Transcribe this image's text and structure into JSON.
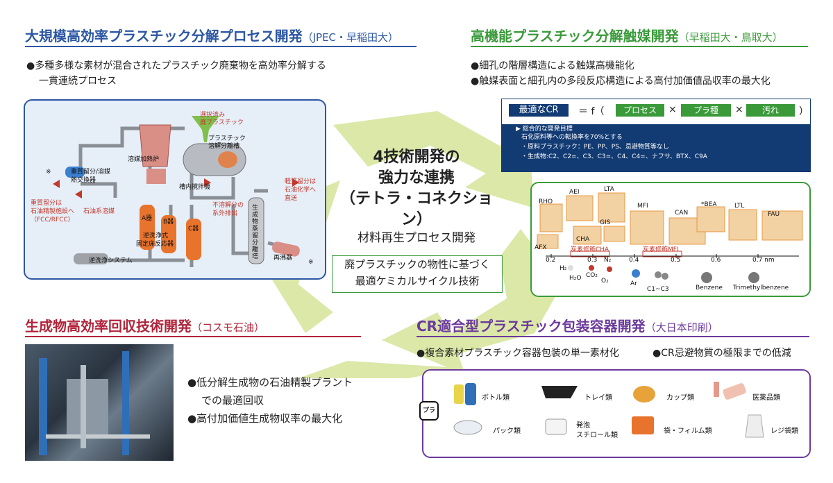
{
  "colors": {
    "blue": "#2c56a3",
    "green": "#3a9a3a",
    "red": "#b0243a",
    "purple": "#6b3a9c",
    "dark": "#123a73",
    "lime": "#dbe8a8"
  },
  "s1": {
    "title": "大規模高効率プラスチック分解プロセス開発",
    "org": "（JPEC・早稲田大）",
    "b1": "●多種多様な素材が混合されたプラスチック廃棄物を高効率分解する",
    "b2": "一貫連続プロセス",
    "labels": {
      "selected": "選択済み",
      "selected2": "廃プラスチック",
      "furnace": "溶媒加熱炉",
      "tank": "プラスチック",
      "tank2": "溶解分離槽",
      "star1": "※",
      "hx": "重質留分/溶媒",
      "hx2": "熱交換器",
      "heavy": "重質留分は",
      "heavy2": "石油精製施設へ",
      "heavy3": "（FCC/RFCC）",
      "solvent": "石油系溶媒",
      "stirrer": "槽内撹拌機",
      "insol": "不溶解分の",
      "insol2": "系外排出",
      "light": "軽質留分は",
      "light2": "石油化学へ",
      "light3": "直送",
      "a": "A器",
      "b": "B器",
      "c": "C器",
      "backwash": "逆洗浄式",
      "backwash2": "固定床反応器",
      "tower": "生成物蒸留分離塔",
      "reboiler": "再沸器",
      "bsys": "逆洗浄システム",
      "star2": "※"
    }
  },
  "s2": {
    "title": "高機能プラスチック分解触媒開発",
    "org": "（早稲田大・鳥取大）",
    "b1": "●細孔の階層構造による触媒高機能化",
    "b2": "●触媒表面と細孔内の多段反応構造による高付加価値品収率の最大化",
    "cr": {
      "lhs": "最適なCR",
      "eq": "＝ f（",
      "p1": "プロセス",
      "x1": "×",
      "p2": "プラ種",
      "x2": "×",
      "p3": "汚れ",
      "close": "）"
    },
    "goal": {
      "g1": "▶ 総合的な開発目標",
      "g2": "石化原料等への転換率を70%とする",
      "g3": "・原料プラスチック：PE、PP、PS、忌避物質等なし",
      "g4": "・生成物:C2、C2=、C3、C3=、C4、C4=、ナフサ、BTX、C9A"
    },
    "zeolites": [
      "RHO",
      "AEI",
      "LTA",
      "MFI",
      "CAN",
      "*BEA",
      "LTL",
      "FAU",
      "CHA",
      "GIS",
      "AFX"
    ],
    "mod1": "炭素修飾CHA",
    "mod2": "炭素修飾MFI",
    "axis": {
      "t1": "0.2",
      "t2": "0.3",
      "t3": "0.4",
      "t4": "0.5",
      "t5": "0.6",
      "t6": "0.7 nm",
      "n2": "N₂"
    },
    "mol": {
      "h2": "H₂",
      "h2o": "H₂O",
      "co2": "CO₂",
      "o2": "O₂",
      "ar": "Ar",
      "c1c3": "C1~C3",
      "benzene": "Benzene",
      "tmb": "Trimethylbenzene"
    }
  },
  "center": {
    "l1": "4技術開発の",
    "l2": "強力な連携",
    "l3": "（テトラ・コネクション）",
    "l4": "材料再生プロセス開発",
    "box1": "廃プラスチックの物性に基づく",
    "box2": "最適ケミカルサイクル技術"
  },
  "s3": {
    "title": "生成物高効率回収技術開発",
    "org": "（コスモ石油）",
    "b1": "●低分解生成物の石油精製プラント",
    "b2": "での最適回収",
    "b3": "●高付加価値生成物収率の最大化"
  },
  "s4": {
    "title": "CR適合型プラスチック包装容器開発",
    "org": "（大日本印刷）",
    "b1": "●複合素材プラスチック容器包装の単一素材化",
    "b2": "●CR忌避物質の極限までの低減",
    "recycle": "プラ",
    "items": {
      "bottle": "ボトル類",
      "tray": "トレイ類",
      "cup": "カップ類",
      "med": "医薬品類",
      "pack": "パック類",
      "foam1": "発泡",
      "foam2": "スチロール類",
      "bag": "袋・フィルム類",
      "reji": "レジ袋類"
    }
  }
}
